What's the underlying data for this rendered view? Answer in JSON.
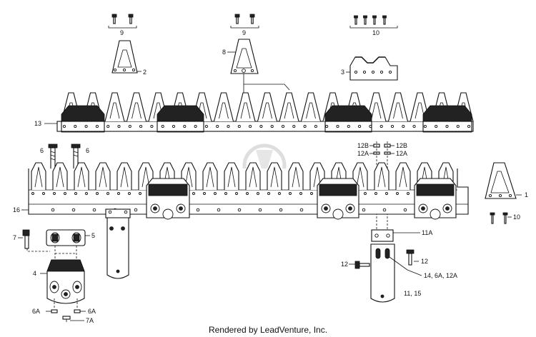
{
  "labels": {
    "l9a": "9",
    "l9b": "9",
    "l10a": "10",
    "l2": "2",
    "l8": "8",
    "l3": "3",
    "l13": "13",
    "l6a": "6",
    "l6b": "6",
    "l12b1": "12B",
    "l12b2": "12B",
    "l12a1": "12A",
    "l12a2": "12A",
    "l16": "16",
    "l1": "1",
    "l10b": "10",
    "l7": "7",
    "l5": "5",
    "l11a": "11A",
    "l12x": "12",
    "l12y": "12",
    "l4": "4",
    "l146a12a": "14, 6A, 12A",
    "l1115": "11, 15",
    "l6ax": "6A",
    "l6ay": "6A",
    "l7a": "7A"
  },
  "footer": "Rendered by LeadVenture, Inc."
}
